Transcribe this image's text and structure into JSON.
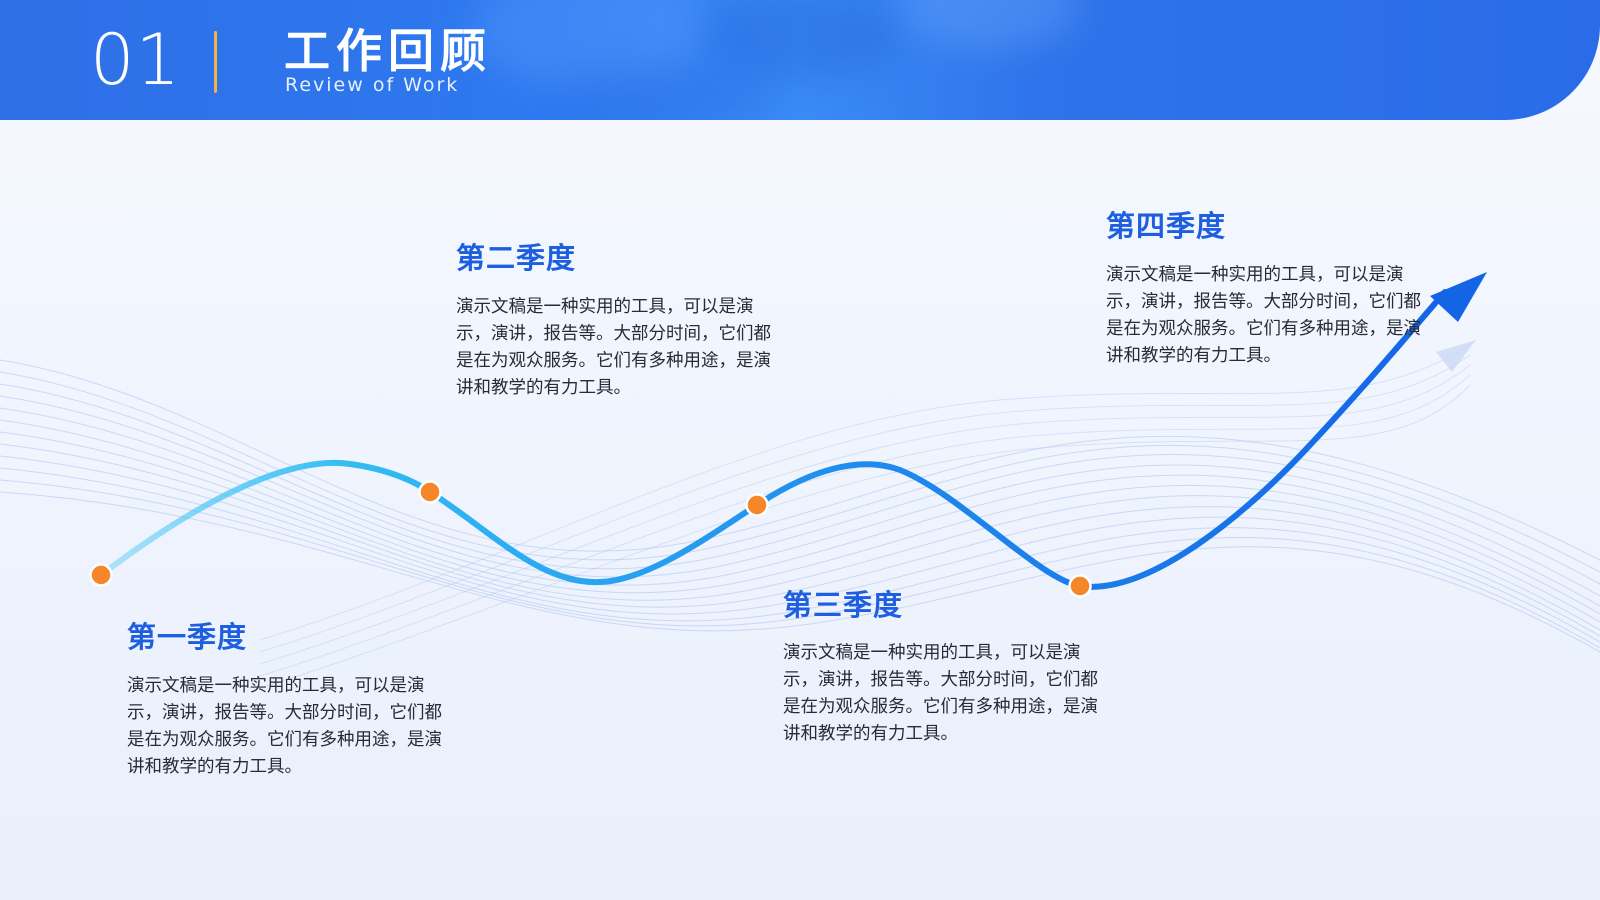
{
  "header": {
    "number": "01",
    "title": "工作回顾",
    "subtitle": "Review of Work"
  },
  "colors": {
    "header_blue": "#2d72ea",
    "accent_gold": "#f0b24a",
    "node_orange": "#f5872a",
    "curve_start": "#3ec6f5",
    "curve_end": "#1464e6",
    "title_blue": "#1d5fe0"
  },
  "quarters": [
    {
      "title": "第一季度",
      "text": "演示文稿是一种实用的工具，可以是演示，演讲，报告等。大部分时间，它们都是在为观众服务。它们有多种用途，是演讲和教学的有力工具。"
    },
    {
      "title": "第二季度",
      "text": "演示文稿是一种实用的工具，可以是演示，演讲，报告等。大部分时间，它们都是在为观众服务。它们有多种用途，是演讲和教学的有力工具。"
    },
    {
      "title": "第三季度",
      "text": "演示文稿是一种实用的工具，可以是演示，演讲，报告等。大部分时间，它们都是在为观众服务。它们有多种用途，是演讲和教学的有力工具。"
    },
    {
      "title": "第四季度",
      "text": "演示文稿是一种实用的工具，可以是演示，演讲，报告等。大部分时间，它们都是在为观众服务。它们有多种用途，是演讲和教学的有力工具。"
    }
  ]
}
